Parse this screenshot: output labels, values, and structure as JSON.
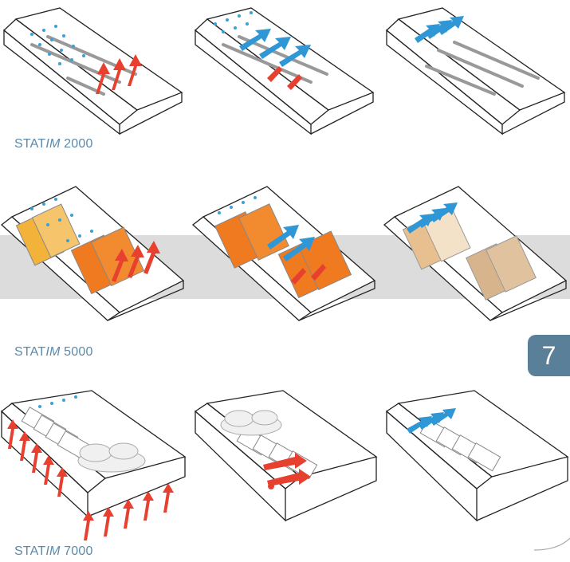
{
  "captions": [
    {
      "prefix": "STAT",
      "italic": "IM",
      "suffix": " 2000"
    },
    {
      "prefix": "STAT",
      "italic": "IM",
      "suffix": " 5000"
    },
    {
      "prefix": "STAT",
      "italic": "IM",
      "suffix": " 7000"
    }
  ],
  "page_tab": "7",
  "colors": {
    "caption": "#5b8aaa",
    "tab": "#5a7f99",
    "water": "#3aa0d8",
    "steam_blue": "#2f97d6",
    "heat_red": "#e8402f",
    "pouch_orange": "#f07a20",
    "pouch_tan": "#d8b48c"
  },
  "icons": [
    "tray-icon",
    "droplet-icon",
    "heat-arrow-icon",
    "steam-arrow-icon",
    "cloud-icon",
    "instrument-icon",
    "pouch-icon"
  ]
}
